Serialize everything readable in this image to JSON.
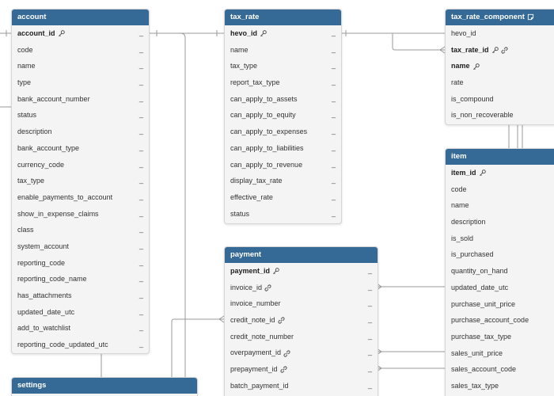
{
  "tables": {
    "account": {
      "name": "account",
      "fields": [
        {
          "name": "account_id",
          "pk": true,
          "icons": [
            "key-icon"
          ]
        },
        {
          "name": "code"
        },
        {
          "name": "name"
        },
        {
          "name": "type"
        },
        {
          "name": "bank_account_number"
        },
        {
          "name": "status"
        },
        {
          "name": "description"
        },
        {
          "name": "bank_account_type"
        },
        {
          "name": "currency_code"
        },
        {
          "name": "tax_type"
        },
        {
          "name": "enable_payments_to_account"
        },
        {
          "name": "show_in_expense_claims"
        },
        {
          "name": "class"
        },
        {
          "name": "system_account"
        },
        {
          "name": "reporting_code"
        },
        {
          "name": "reporting_code_name"
        },
        {
          "name": "has_attachments"
        },
        {
          "name": "updated_date_utc"
        },
        {
          "name": "add_to_watchlist"
        },
        {
          "name": "reporting_code_updated_utc"
        }
      ]
    },
    "tax_rate": {
      "name": "tax_rate",
      "fields": [
        {
          "name": "hevo_id",
          "pk": true,
          "icons": [
            "key-icon"
          ]
        },
        {
          "name": "name"
        },
        {
          "name": "tax_type"
        },
        {
          "name": "report_tax_type"
        },
        {
          "name": "can_apply_to_assets"
        },
        {
          "name": "can_apply_to_equity"
        },
        {
          "name": "can_apply_to_expenses"
        },
        {
          "name": "can_apply_to_liabilities"
        },
        {
          "name": "can_apply_to_revenue"
        },
        {
          "name": "display_tax_rate"
        },
        {
          "name": "effective_rate"
        },
        {
          "name": "status"
        }
      ]
    },
    "tax_rate_component": {
      "name": "tax_rate_component",
      "header_icon": "note-icon",
      "fields": [
        {
          "name": "hevo_id"
        },
        {
          "name": "tax_rate_id",
          "pk": true,
          "icons": [
            "key-icon",
            "link-icon"
          ]
        },
        {
          "name": "name",
          "pk": true,
          "icons": [
            "key-icon"
          ]
        },
        {
          "name": "rate"
        },
        {
          "name": "is_compound"
        },
        {
          "name": "is_non_recoverable"
        }
      ]
    },
    "item": {
      "name": "item",
      "fields": [
        {
          "name": "item_id",
          "pk": true,
          "icons": [
            "key-icon"
          ]
        },
        {
          "name": "code"
        },
        {
          "name": "name"
        },
        {
          "name": "description"
        },
        {
          "name": "is_sold"
        },
        {
          "name": "is_purchased"
        },
        {
          "name": "quantity_on_hand"
        },
        {
          "name": "updated_date_utc"
        },
        {
          "name": "purchase_unit_price"
        },
        {
          "name": "purchase_account_code"
        },
        {
          "name": "purchase_tax_type"
        },
        {
          "name": "sales_unit_price"
        },
        {
          "name": "sales_account_code"
        },
        {
          "name": "sales_tax_type"
        }
      ]
    },
    "payment": {
      "name": "payment",
      "fields": [
        {
          "name": "payment_id",
          "pk": true,
          "icons": [
            "key-icon"
          ]
        },
        {
          "name": "invoice_id",
          "icons": [
            "link-icon"
          ]
        },
        {
          "name": "invoice_number"
        },
        {
          "name": "credit_note_id",
          "icons": [
            "link-icon"
          ]
        },
        {
          "name": "credit_note_number"
        },
        {
          "name": "overpayment_id",
          "icons": [
            "link-icon"
          ]
        },
        {
          "name": "prepayment_id",
          "icons": [
            "link-icon"
          ]
        },
        {
          "name": "batch_payment_id"
        }
      ]
    },
    "settings": {
      "name": "settings",
      "fields": []
    }
  },
  "nullable_marker": "_",
  "colors": {
    "header_bg": "#356996",
    "header_text": "#ffffff",
    "table_bg": "#f4f4f5",
    "connector": "#9a9a9a"
  }
}
